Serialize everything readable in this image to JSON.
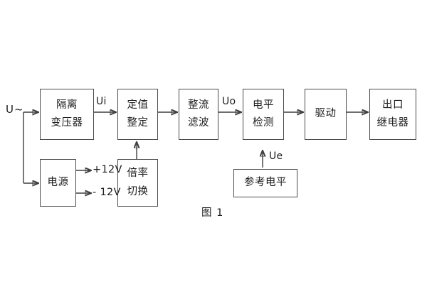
{
  "figure": {
    "caption": "图 1",
    "input_label": "U~",
    "blocks": [
      {
        "id": "isolation-transformer",
        "lines": [
          "隔离",
          "变压器"
        ]
      },
      {
        "id": "setting-value",
        "lines": [
          "定值",
          "整定"
        ]
      },
      {
        "id": "rectify-filter",
        "lines": [
          "整流",
          "滤波"
        ]
      },
      {
        "id": "level-detect",
        "lines": [
          "电平",
          "检测"
        ]
      },
      {
        "id": "driver",
        "lines": [
          "驱动"
        ]
      },
      {
        "id": "output-relay",
        "lines": [
          "出口",
          "继电器"
        ]
      },
      {
        "id": "power-supply",
        "lines": [
          "电源"
        ]
      },
      {
        "id": "multiplier-switch",
        "lines": [
          "倍率",
          "切换"
        ]
      },
      {
        "id": "reference-level",
        "lines": [
          "参考电平"
        ]
      }
    ],
    "signals": {
      "ui": "Ui",
      "uo": "Uo",
      "ue": "Ue",
      "supply_positive": "+12V",
      "supply_negative": "- 12V"
    },
    "colors": {
      "background": "#ffffff",
      "box_border": "#4a4a4a",
      "wire": "#3f3f3f",
      "text": "#1d1d1d"
    }
  }
}
